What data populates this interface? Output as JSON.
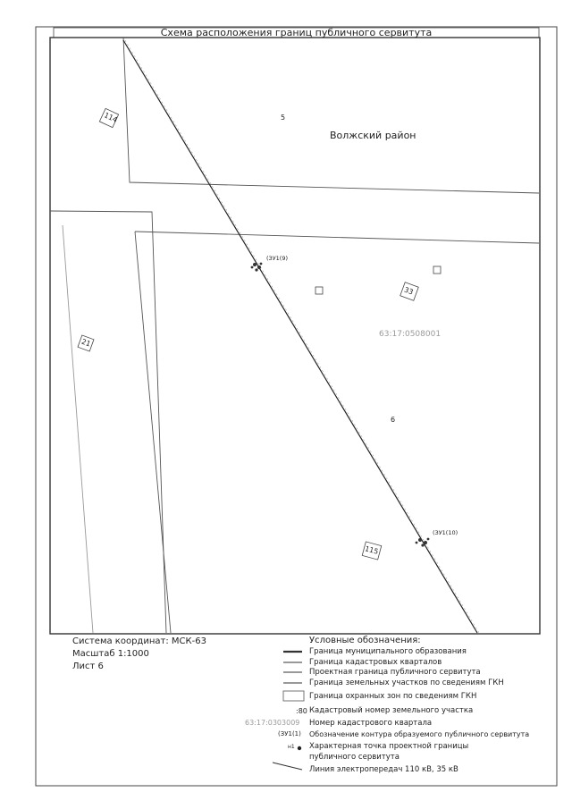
{
  "title": "Схема расположения границ публичного сервитута",
  "region_label": "Волжский район",
  "quarter_number": "63:17:0508001",
  "parcels": {
    "p5": "5",
    "p6": "6",
    "p114": "114",
    "p21": "21",
    "p33": "33",
    "p115": "115"
  },
  "contours": {
    "upper": "(ЗУ1(9)",
    "lower": "(ЗУ1(10)"
  },
  "bottom_info": {
    "coord_system": "Система координат: МСК-63",
    "scale": "Масштаб 1:1000",
    "sheet": "Лист 6"
  },
  "legend": {
    "heading": "Условные обозначения:",
    "items": [
      {
        "label": "Граница муниципального образования",
        "symbol": "thick-line"
      },
      {
        "label": "Граница кадастровых кварталов",
        "symbol": "thin-line"
      },
      {
        "label": "Проектная граница публичного сервитута",
        "symbol": "thin-line"
      },
      {
        "label": "Граница земельных участков по сведениям ГКН",
        "symbol": "thin-line"
      },
      {
        "label": "Граница охранных зон по сведениям ГКН",
        "symbol": "rectangle"
      },
      {
        "label": "Кадастровый номер земельного участка",
        "symbol": ":80"
      },
      {
        "label": "Номер кадастрового квартала",
        "symbol": "63:17:0303009"
      },
      {
        "label": "Обозначение контура образуемого публичного сервитута",
        "symbol": "(ЗУ1(1)"
      },
      {
        "label": "Характерная точка проектной границы публичного сервитута",
        "symbol": "н1"
      },
      {
        "label": "Линия электропередач 110 кВ, 35 кВ",
        "symbol": "diagonal-line"
      }
    ]
  },
  "colors": {
    "line": "#333333",
    "quarter_text": "#9a9a9a"
  }
}
